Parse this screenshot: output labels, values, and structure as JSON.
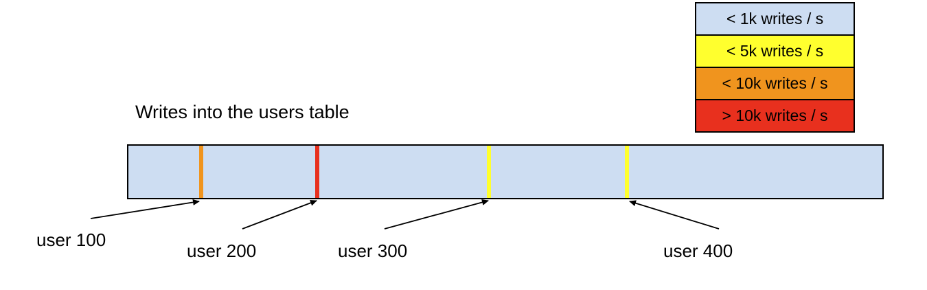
{
  "title": "Writes into the users table",
  "legend": {
    "items": [
      {
        "label": "< 1k writes / s",
        "color": "#cdddf2"
      },
      {
        "label": "< 5k writes / s",
        "color": "#ffff2e"
      },
      {
        "label": "< 10k writes / s",
        "color": "#f0941e"
      },
      {
        "label": "> 10k writes / s",
        "color": "#e8301e"
      }
    ]
  },
  "bar": {
    "fill_color": "#cdddf2",
    "border_color": "#000000",
    "markers": [
      {
        "id": "user-100",
        "color": "#f0941e"
      },
      {
        "id": "user-200",
        "color": "#e8301e"
      },
      {
        "id": "user-300",
        "color": "#ffff2e"
      },
      {
        "id": "user-400",
        "color": "#ffff2e"
      }
    ]
  },
  "labels": [
    {
      "text": "user 100"
    },
    {
      "text": "user 200"
    },
    {
      "text": "user 300"
    },
    {
      "text": "user 400"
    }
  ]
}
